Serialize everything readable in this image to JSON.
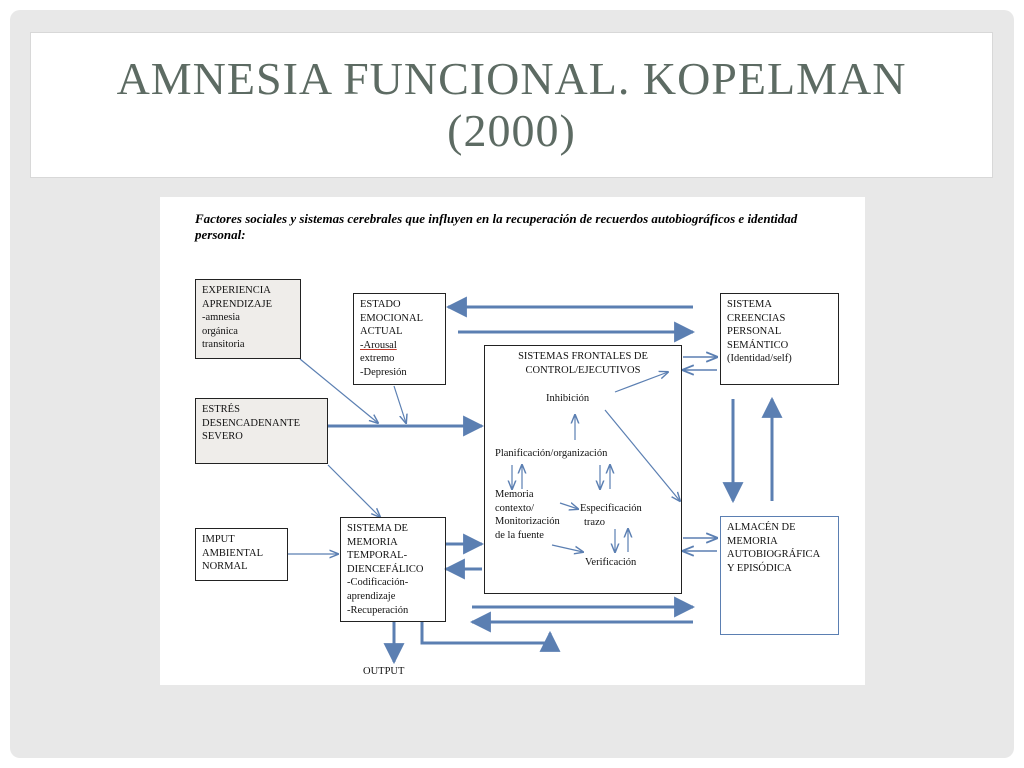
{
  "slide": {
    "title": "AMNESIA FUNCIONAL. KOPELMAN (2000)"
  },
  "figure": {
    "caption": "Factores sociales y sistemas cerebrales que influyen en la recuperación de recuerdos autobiográficos e identidad personal:",
    "nodes": {
      "experiencia": [
        "EXPERIENCIA",
        "APRENDIZAJE",
        "-amnesia",
        "orgánica",
        "transitoria"
      ],
      "estado": [
        "ESTADO",
        "EMOCIONAL",
        "ACTUAL",
        "-Arousal",
        "extremo",
        "-Depresión"
      ],
      "sistema_creencias": [
        "SISTEMA",
        "CREENCIAS",
        "PERSONAL",
        "SEMÁNTICO",
        "(Identidad/self)"
      ],
      "estres": [
        "ESTRÉS",
        "DESENCADENANTE",
        "SEVERO"
      ],
      "frontales_title": [
        "SISTEMAS FRONTALES DE",
        "CONTROL/EJECUTIVOS"
      ],
      "imput": [
        "IMPUT",
        "AMBIENTAL",
        "NORMAL"
      ],
      "memoria_temporal": [
        "SISTEMA DE",
        "MEMORIA",
        "TEMPORAL-",
        "DIENCEFÁLICO",
        "-Codificación-",
        "aprendizaje",
        "-Recuperación"
      ],
      "almacen": [
        "ALMACÉN DE",
        "MEMORIA",
        "AUTOBIOGRÁFICA",
        "Y EPISÓDICA"
      ]
    },
    "inner_labels": {
      "inhibicion": "Inhibición",
      "planificacion": "Planificación/organización",
      "memoria_contexto": [
        "Memoria",
        "contexto/",
        "Monitorización",
        "de la fuente"
      ],
      "especificacion": [
        "Especificación",
        "trazo"
      ],
      "verificacion": "Verificación"
    },
    "output_label": "OUTPUT"
  }
}
